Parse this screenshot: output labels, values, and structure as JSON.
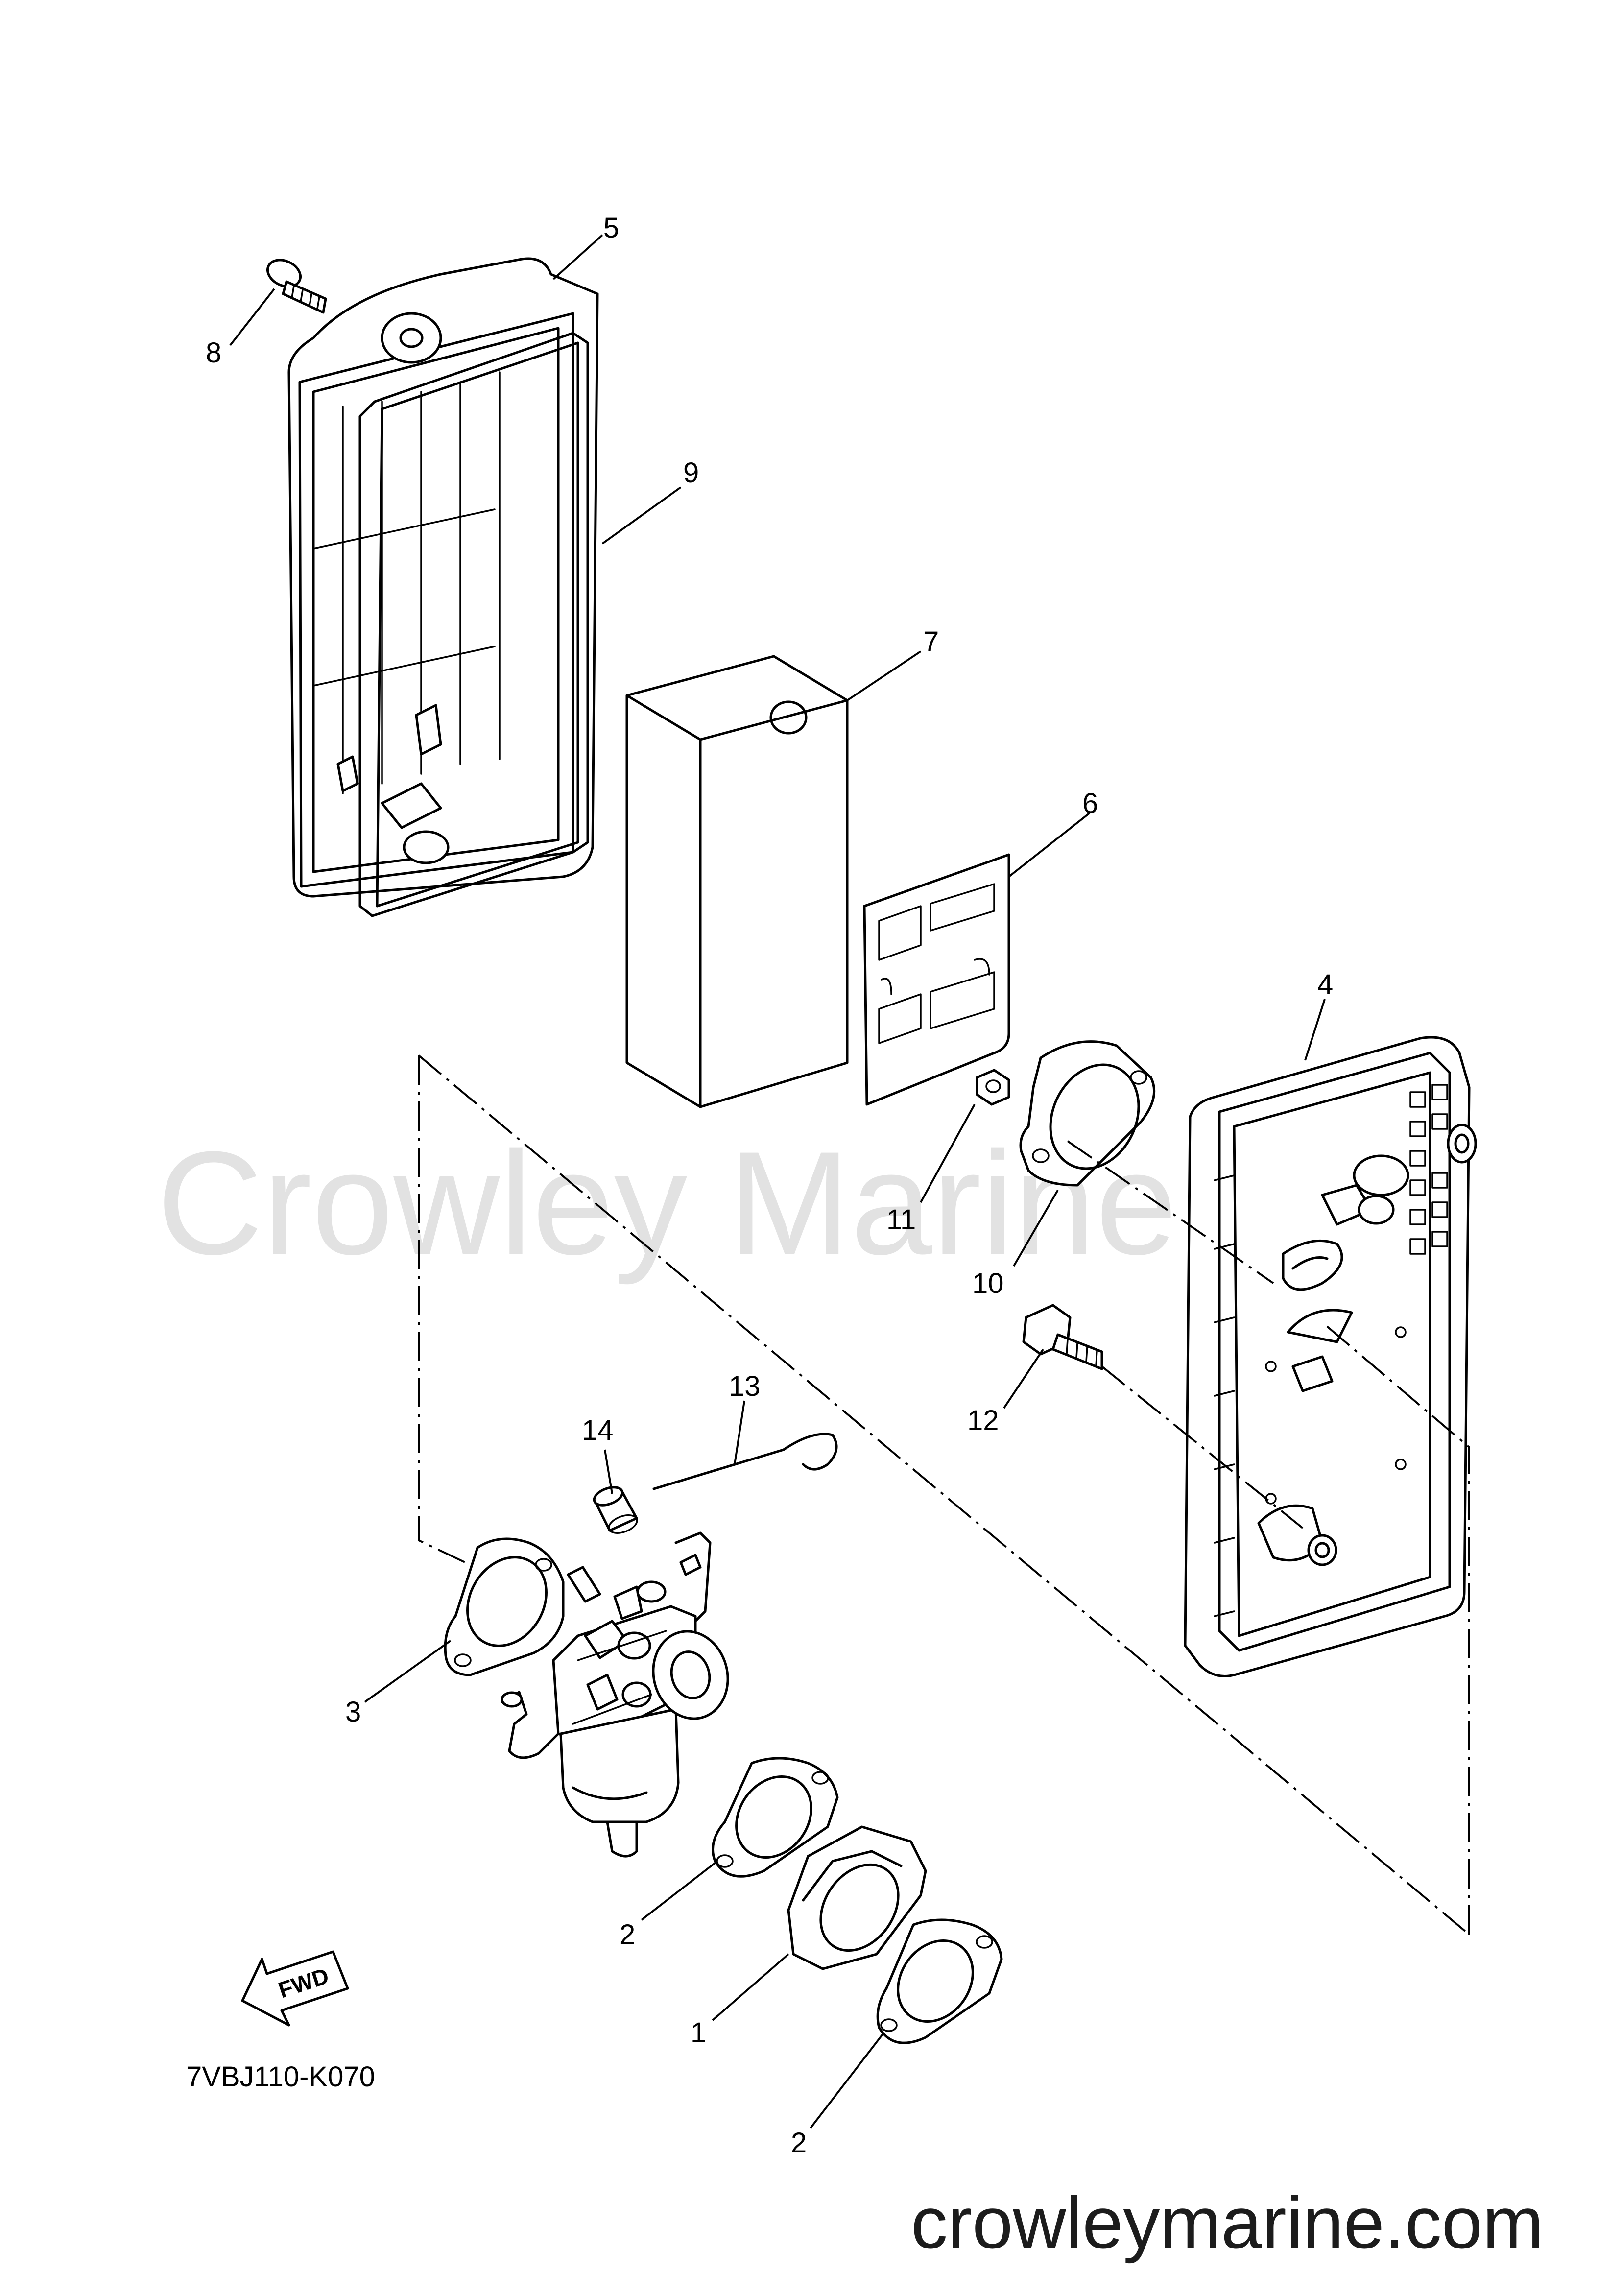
{
  "diagram": {
    "part_code": "7VBJ110-K070",
    "watermark": "Crowley Marine",
    "site": "crowleymarine.com",
    "fwd_label": "FWD",
    "callouts": {
      "c1": "1",
      "c2a": "2",
      "c2b": "2",
      "c3": "3",
      "c4": "4",
      "c5": "5",
      "c6": "6",
      "c7": "7",
      "c8": "8",
      "c9": "9",
      "c10": "10",
      "c11": "11",
      "c12": "12",
      "c13": "13",
      "c14": "14"
    }
  }
}
